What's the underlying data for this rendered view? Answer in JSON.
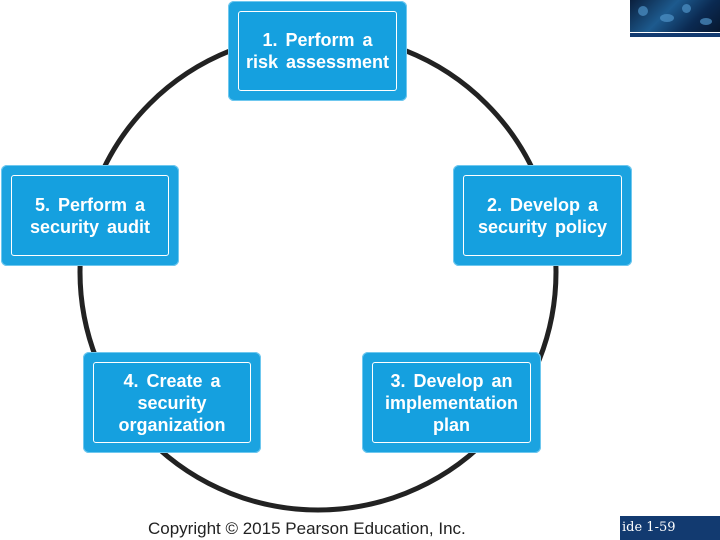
{
  "steps": [
    {
      "id": "risk-assessment",
      "label": "1.  Perform  a\nrisk  assessment"
    },
    {
      "id": "security-policy",
      "label": "2.  Develop  a\nsecurity  policy"
    },
    {
      "id": "implementation-plan",
      "label": "3.  Develop  an\nimplementation\nplan"
    },
    {
      "id": "security-organization",
      "label": "4.  Create  a\nsecurity\norganization"
    },
    {
      "id": "security-audit",
      "label": "5.  Perform  a\nsecurity  audit"
    }
  ],
  "footer": {
    "copyright": "Copyright © 2015 Pearson Education, Inc.",
    "slide_number": "ide 1-59"
  },
  "colors": {
    "box_fill": "#1ba3e0",
    "cycle_line": "#222222",
    "footer_bar": "#123a70"
  }
}
